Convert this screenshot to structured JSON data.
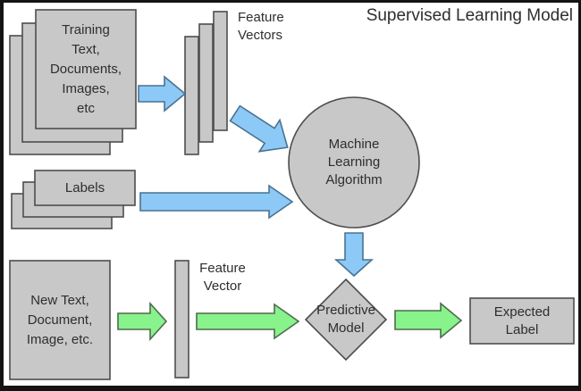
{
  "title": "Supervised Learning Model",
  "colors": {
    "background": "#ffffff",
    "frame": "#141414",
    "box_fill": "#c8c8c8",
    "box_border": "#4d4d4d",
    "blue_fill": "#8cc9f6",
    "blue_border": "#4a7291",
    "green_fill": "#88f28b",
    "green_border": "#4e6b4e",
    "text": "#2e2e2e"
  },
  "nodes": {
    "training_docs": {
      "label": "Training\nText,\nDocuments,\nImages,\netc"
    },
    "feature_vectors": {
      "label": "Feature\nVectors"
    },
    "labels_stack": {
      "label": "Labels"
    },
    "ml_algorithm": {
      "label": "Machine\nLearning\nAlgorithm"
    },
    "new_input": {
      "label": "New Text,\nDocument,\nImage, etc."
    },
    "feature_vector": {
      "label": "Feature\nVector"
    },
    "predictive_model": {
      "label": "Predictive\nModel"
    },
    "expected_label": {
      "label": "Expected\nLabel"
    }
  }
}
